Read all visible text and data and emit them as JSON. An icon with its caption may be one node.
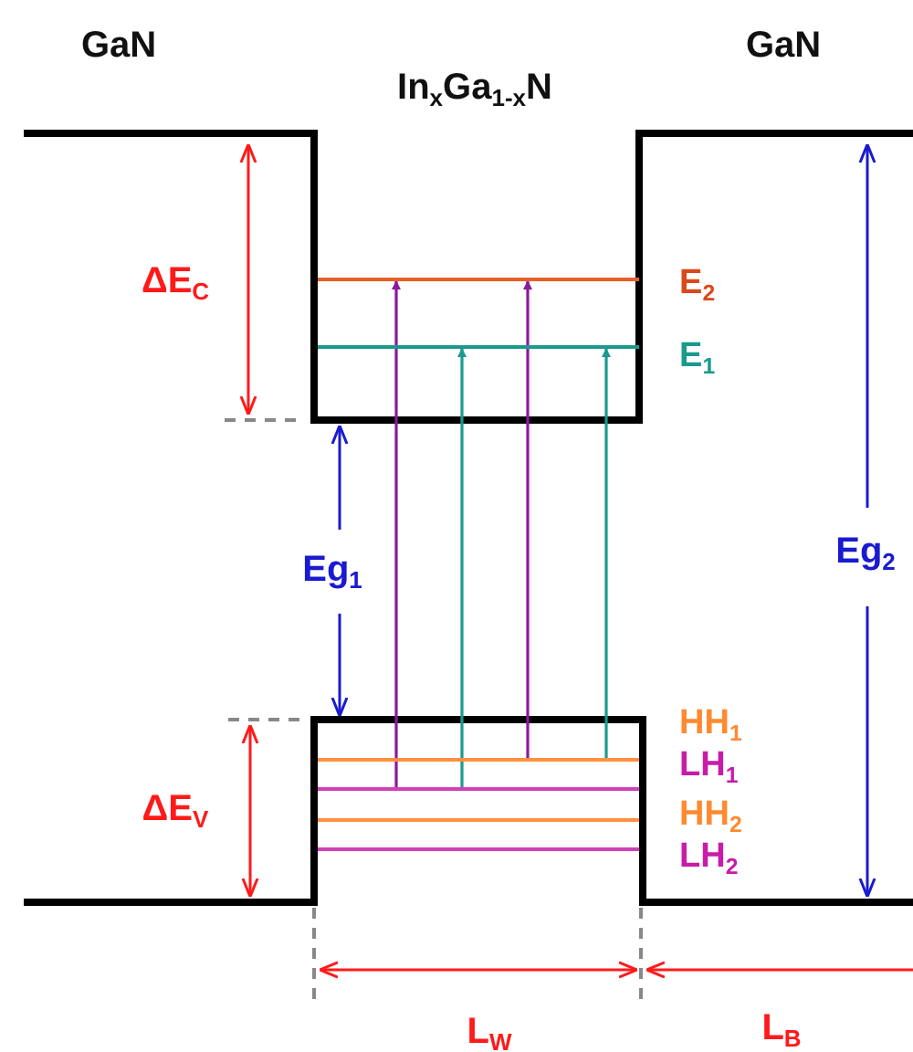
{
  "diagram": {
    "nodes": [
      {
        "text": [],
        "shape": "bar",
        "beside": [
          "E$_{2}$"
        ]
      },
      {
        "text": [],
        "shape": "bar",
        "beside": [
          "E$_{1}$"
        ]
      },
      {
        "text": [],
        "shape": "bar",
        "beside": [
          "HH$_{1}$"
        ]
      },
      {
        "text": [],
        "shape": "bar",
        "beside": [
          "LH$_{1}$"
        ]
      },
      {
        "text": [],
        "shape": "bar",
        "beside": [
          "HH$_{2}$"
        ]
      },
      {
        "text": [],
        "shape": "bar",
        "beside": [
          "LH$_{2}$"
        ]
      }
    ],
    "edges": [
      {
        "from": 3,
        "to": 0,
        "arrow": "to",
        "color": "#8b1a9c"
      },
      {
        "from": 3,
        "to": 1,
        "arrow": "to",
        "color": "#1a9a8c"
      },
      {
        "from": 2,
        "to": 0,
        "arrow": "to",
        "color": "#8b1a9c"
      },
      {
        "from": 2,
        "to": 1,
        "arrow": "to",
        "color": "#1a9a8c"
      }
    ],
    "labels": [
      "GaN",
      "GaN",
      "In$_{x}$Ga$_{1-x}$N",
      "ΔE$_{C}$",
      "Eg$_{2}$",
      "Eg$_{1}$",
      "ΔE$_{V}$",
      "L$_{W}$",
      "L$_{B}$"
    ]
  }
}
